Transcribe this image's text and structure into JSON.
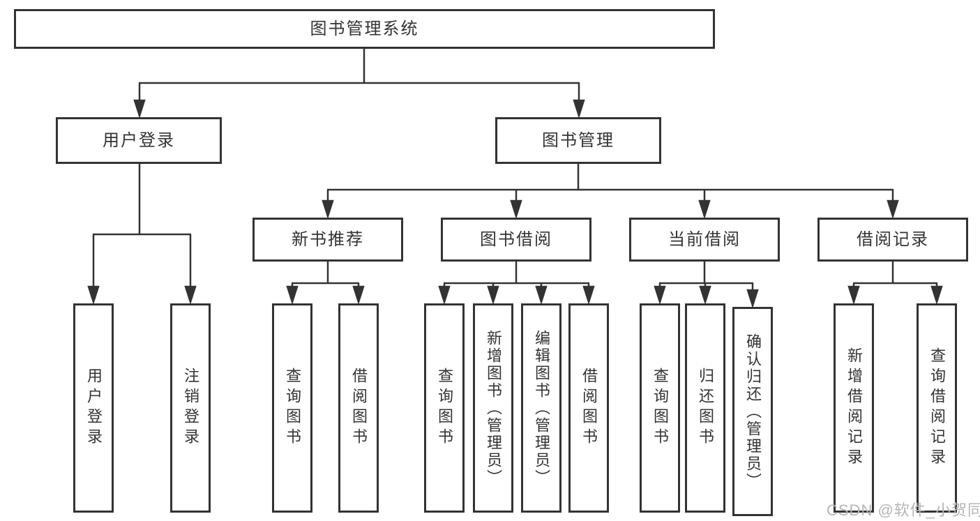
{
  "diagram_title": "图书管理系统",
  "nodes": {
    "root": "图书管理系统",
    "user_login": "用户登录",
    "book_mgmt": "图书管理",
    "new_book_rec": "新书推荐",
    "book_borrow": "图书借阅",
    "current_borrow": "当前借阅",
    "borrow_records": "借阅记录"
  },
  "leaves": {
    "user": [
      "用户登录",
      "注销登录"
    ],
    "rec": [
      "查询图书",
      "借阅图书"
    ],
    "borrow": [
      "查询图书",
      "新增图书（管理员）",
      "编辑图书（管理员）",
      "借阅图书"
    ],
    "current": [
      "查询图书",
      "归还图书",
      "确认归还（管理员）"
    ],
    "records": [
      "新增借阅记录",
      "查询借阅记录"
    ]
  },
  "watermark": "CSDN @软件_小贺同学",
  "colors": {
    "line": "#333333",
    "box_border": "#333333",
    "text": "#333333",
    "watermark": "#b5b5b5",
    "background": "#ffffff"
  }
}
